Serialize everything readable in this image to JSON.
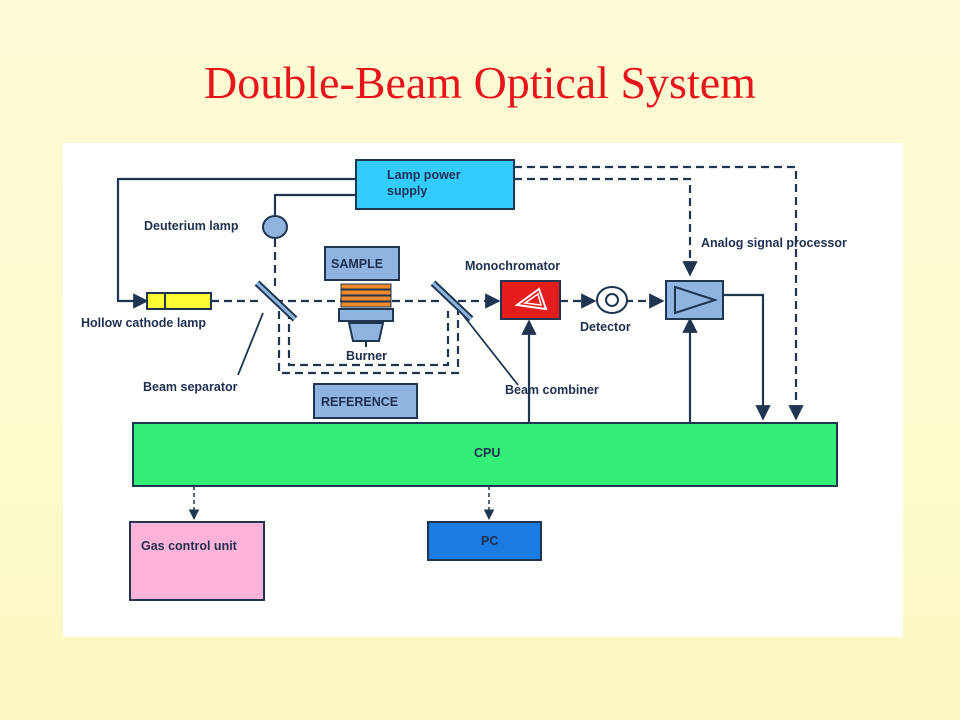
{
  "title": "Double-Beam Optical System",
  "diagram": {
    "components": {
      "lamp_power_supply": [
        "Lamp power",
        "supply"
      ],
      "deuterium_lamp": "Deuterium lamp",
      "hollow_cathode_lamp": "Hollow cathode lamp",
      "sample": "SAMPLE",
      "burner": "Burner",
      "reference": "REFERENCE",
      "monochromator": "Monochromator",
      "detector": "Detector",
      "analog_signal_processor": "Analog signal processor",
      "beam_separator": "Beam separator",
      "beam_combiner": "Beam combiner",
      "cpu": "CPU",
      "gas_control_unit": "Gas control unit",
      "pc": "PC"
    },
    "colors": {
      "title": "#E8141B",
      "lamp_power_supply": "#33CCFF",
      "sample_reference_box": "#8FB4E0",
      "cpu": "#33EE77",
      "gas_control_unit": "#FFB3D9",
      "pc": "#1C7BE0",
      "monochromator": "#E41C1C",
      "hollow_cathode_lamp": "#FFFF33",
      "line": "#1F3550"
    }
  }
}
